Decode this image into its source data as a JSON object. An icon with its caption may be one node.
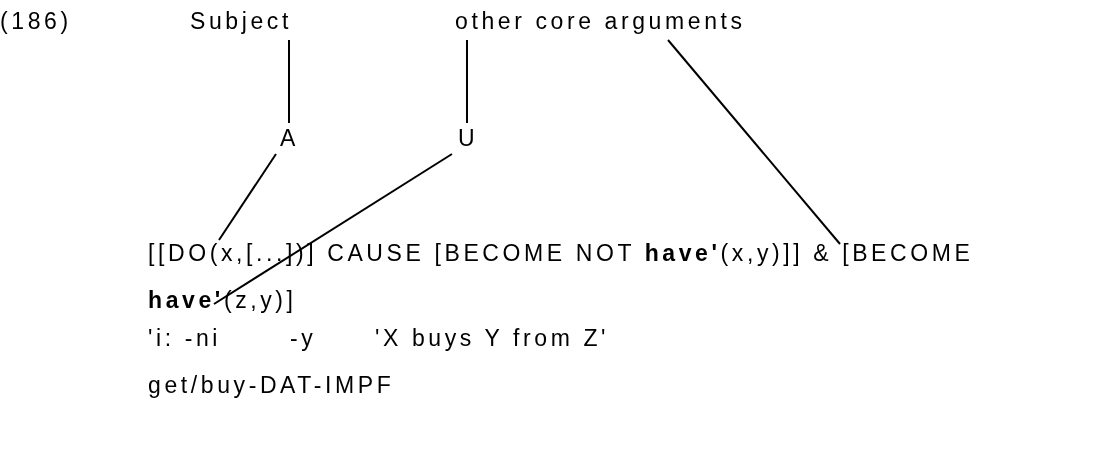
{
  "diagram": {
    "nodes": [
      {
        "text": [
          "Subject"
        ]
      },
      {
        "text": [
          "other core arguments"
        ]
      },
      {
        "text": [
          "A"
        ]
      },
      {
        "text": [
          "U"
        ]
      },
      {
        "text": [
          "[[DO(x,[...])] CAUSE [BECOME NOT **have'**(x,y)]] & [BECOME **have'**(z,y)]"
        ]
      }
    ],
    "edges": [
      {
        "from": 0,
        "to": 2,
        "arrow": "none"
      },
      {
        "from": 1,
        "to": 3,
        "arrow": "none"
      },
      {
        "from": 1,
        "to": 4,
        "arrow": "none"
      },
      {
        "from": 2,
        "to": 4,
        "arrow": "none"
      },
      {
        "from": 3,
        "to": 4,
        "arrow": "none"
      }
    ],
    "labels": [
      "(186)",
      "'i: -ni",
      "-y",
      "'X buys Y from Z'",
      "get/buy-DAT-IMPF"
    ]
  }
}
